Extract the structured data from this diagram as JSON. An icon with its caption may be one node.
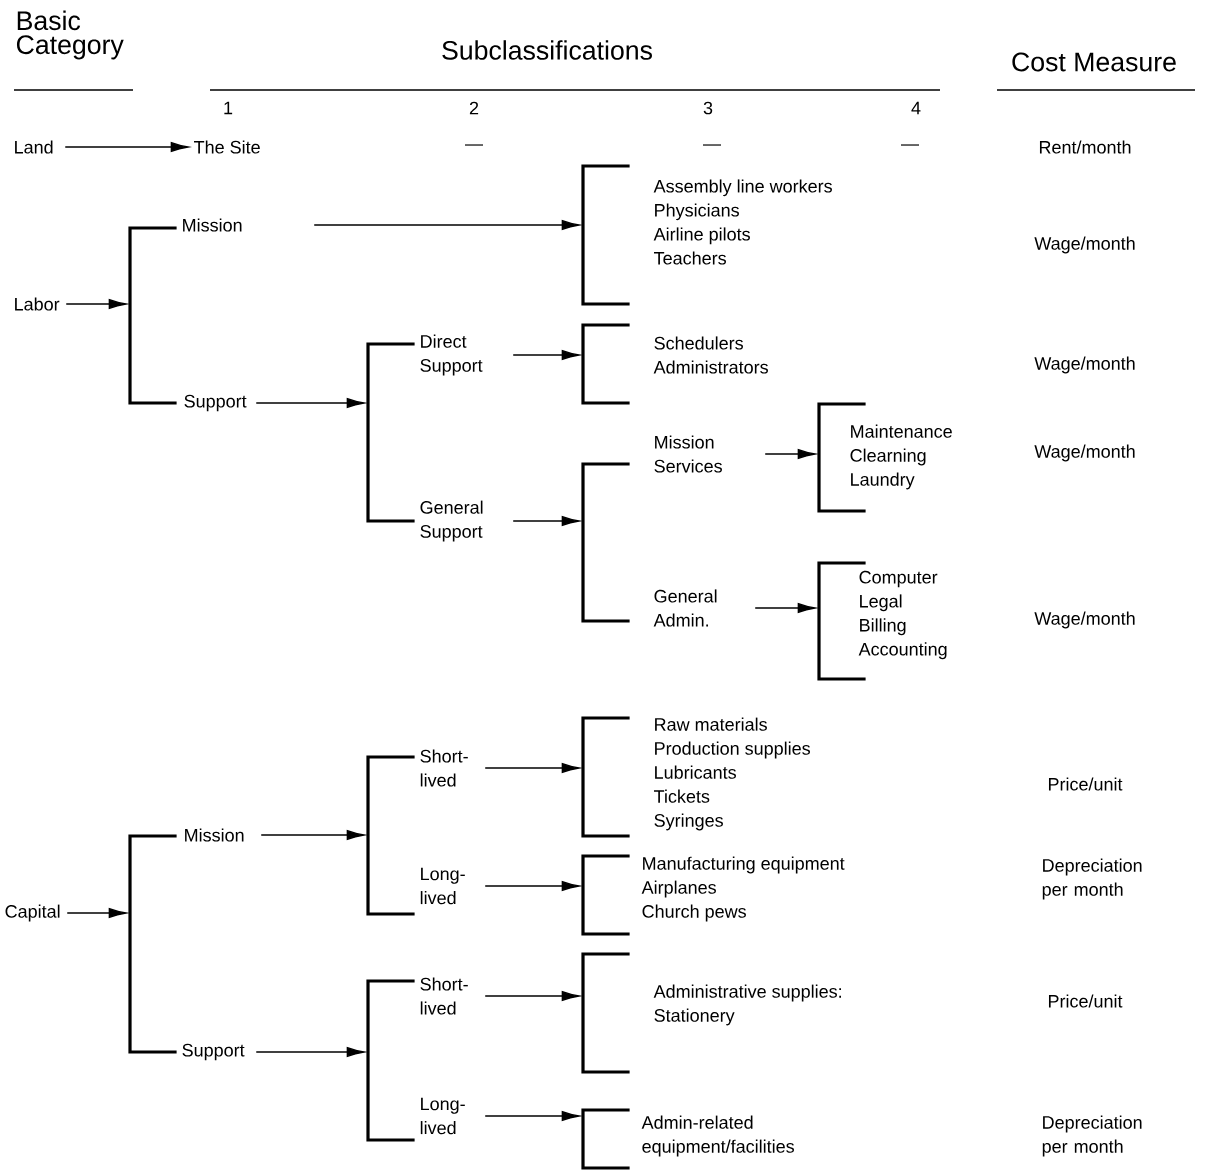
{
  "diagram": {
    "nodes": [
      {
        "text": [
          "Land"
        ]
      },
      {
        "text": [
          "The Site"
        ]
      },
      {
        "text": [
          "Labor"
        ]
      },
      {
        "text": [],
        "shape": "bracket"
      },
      {
        "text": [
          "Mission"
        ]
      },
      {
        "text": [
          "Support"
        ]
      },
      {
        "text": [],
        "shape": "bracket"
      },
      {
        "text": [
          "Assembly line workers",
          "Physicians",
          "Airline pilots",
          "Teachers"
        ]
      },
      {
        "text": [],
        "shape": "bracket"
      },
      {
        "text": [
          "Direct Support"
        ]
      },
      {
        "text": [
          "General Support"
        ]
      },
      {
        "text": [],
        "shape": "bracket"
      },
      {
        "text": [
          "Schedulers",
          "Administrators"
        ]
      },
      {
        "text": [],
        "shape": "bracket"
      },
      {
        "text": [
          "Mission Services"
        ]
      },
      {
        "text": [
          "General Admin."
        ]
      },
      {
        "text": [],
        "shape": "bracket"
      },
      {
        "text": [
          "Maintenance",
          "Clearning",
          "Laundry"
        ]
      },
      {
        "text": [],
        "shape": "bracket"
      },
      {
        "text": [
          "Computer",
          "Legal",
          "Billing",
          "Accounting"
        ]
      },
      {
        "text": [
          "Capital"
        ]
      },
      {
        "text": [],
        "shape": "bracket"
      },
      {
        "text": [
          "Mission"
        ]
      },
      {
        "text": [
          "Support"
        ]
      },
      {
        "text": [],
        "shape": "bracket"
      },
      {
        "text": [],
        "shape": "bracket"
      },
      {
        "text": [
          "Short-lived"
        ]
      },
      {
        "text": [
          "Long-lived"
        ]
      },
      {
        "text": [
          "Short-lived"
        ]
      },
      {
        "text": [
          "Long-lived"
        ]
      },
      {
        "text": [],
        "shape": "bracket"
      },
      {
        "text": [
          "Raw materials",
          "Production supplies",
          "Lubricants",
          "Tickets",
          "Syringes"
        ]
      },
      {
        "text": [],
        "shape": "bracket"
      },
      {
        "text": [
          "Manufacturing equipment",
          "Airplanes",
          "Church pews"
        ]
      },
      {
        "text": [],
        "shape": "bracket"
      },
      {
        "text": [
          "Administrative supplies:",
          "Stationery"
        ]
      },
      {
        "text": [],
        "shape": "bracket"
      },
      {
        "text": [
          "Admin-related equipment/facilities"
        ]
      }
    ],
    "edges": [
      {
        "from": 0,
        "to": 1,
        "arrow": "to"
      },
      {
        "from": 2,
        "to": 3,
        "arrow": "to"
      },
      {
        "from": 4,
        "to": 6,
        "arrow": "to"
      },
      {
        "from": 5,
        "to": 8,
        "arrow": "to"
      },
      {
        "from": 9,
        "to": 11,
        "arrow": "to"
      },
      {
        "from": 10,
        "to": 13,
        "arrow": "to"
      },
      {
        "from": 14,
        "to": 16,
        "arrow": "to"
      },
      {
        "from": 15,
        "to": 18,
        "arrow": "to"
      },
      {
        "from": 20,
        "to": 21,
        "arrow": "to"
      },
      {
        "from": 22,
        "to": 24,
        "arrow": "to"
      },
      {
        "from": 23,
        "to": 25,
        "arrow": "to"
      },
      {
        "from": 26,
        "to": 30,
        "arrow": "to"
      },
      {
        "from": 27,
        "to": 32,
        "arrow": "to"
      },
      {
        "from": 28,
        "to": 34,
        "arrow": "to"
      },
      {
        "from": 29,
        "to": 36,
        "arrow": "to"
      }
    ],
    "labels": [
      "Basic Category",
      "Subclassifications",
      "Cost Measure",
      "1",
      "2",
      "3",
      "4",
      "—",
      "—",
      "—",
      "Rent/month",
      "Wage/month",
      "Wage/month",
      "Wage/month",
      "Wage/month",
      "Price/unit",
      "Depreciation per month",
      "Price/unit",
      "Depreciation per month"
    ]
  }
}
